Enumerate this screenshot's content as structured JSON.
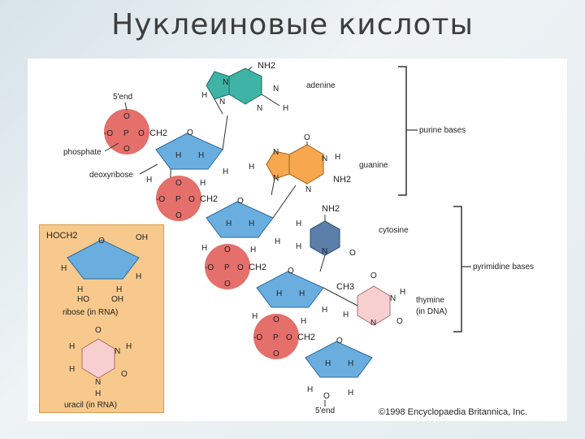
{
  "title": "Нуклеиновые кислоты",
  "labels": {
    "five_end_top": "5′end",
    "phosphate": "phosphate",
    "deoxyribose": "deoxyribose",
    "adenine": "adenine",
    "guanine": "guanine",
    "cytosine": "cytosine",
    "thymine": "thymine",
    "thymine_sub": "(in DNA)",
    "purine_bases": "purine bases",
    "pyrimidine_bases": "pyrimidine bases",
    "five_end_bottom": "5′end",
    "copyright": "©1998 Encyclopaedia Britannica, Inc.",
    "ribose": "ribose (in RNA)",
    "uracil": "uracil (in RNA)"
  },
  "atoms": {
    "NH2": "NH2",
    "N": "N",
    "H": "H",
    "O": "O",
    "P": "P",
    "CH2": "CH2",
    "CH3": "CH3",
    "HOCH2": "HOCH2",
    "OH": "OH",
    "HO": "HO",
    "O_minus": "-O"
  },
  "colors": {
    "phosphate": "#e46f6b",
    "sugar": "#6aaee0",
    "adenine": "#3fb3a6",
    "guanine": "#f7a74e",
    "cytosine": "#5b7fa8",
    "thymine": "#f7cfd0",
    "uracil": "#f7cfd0",
    "panel": "#f8c98c"
  }
}
